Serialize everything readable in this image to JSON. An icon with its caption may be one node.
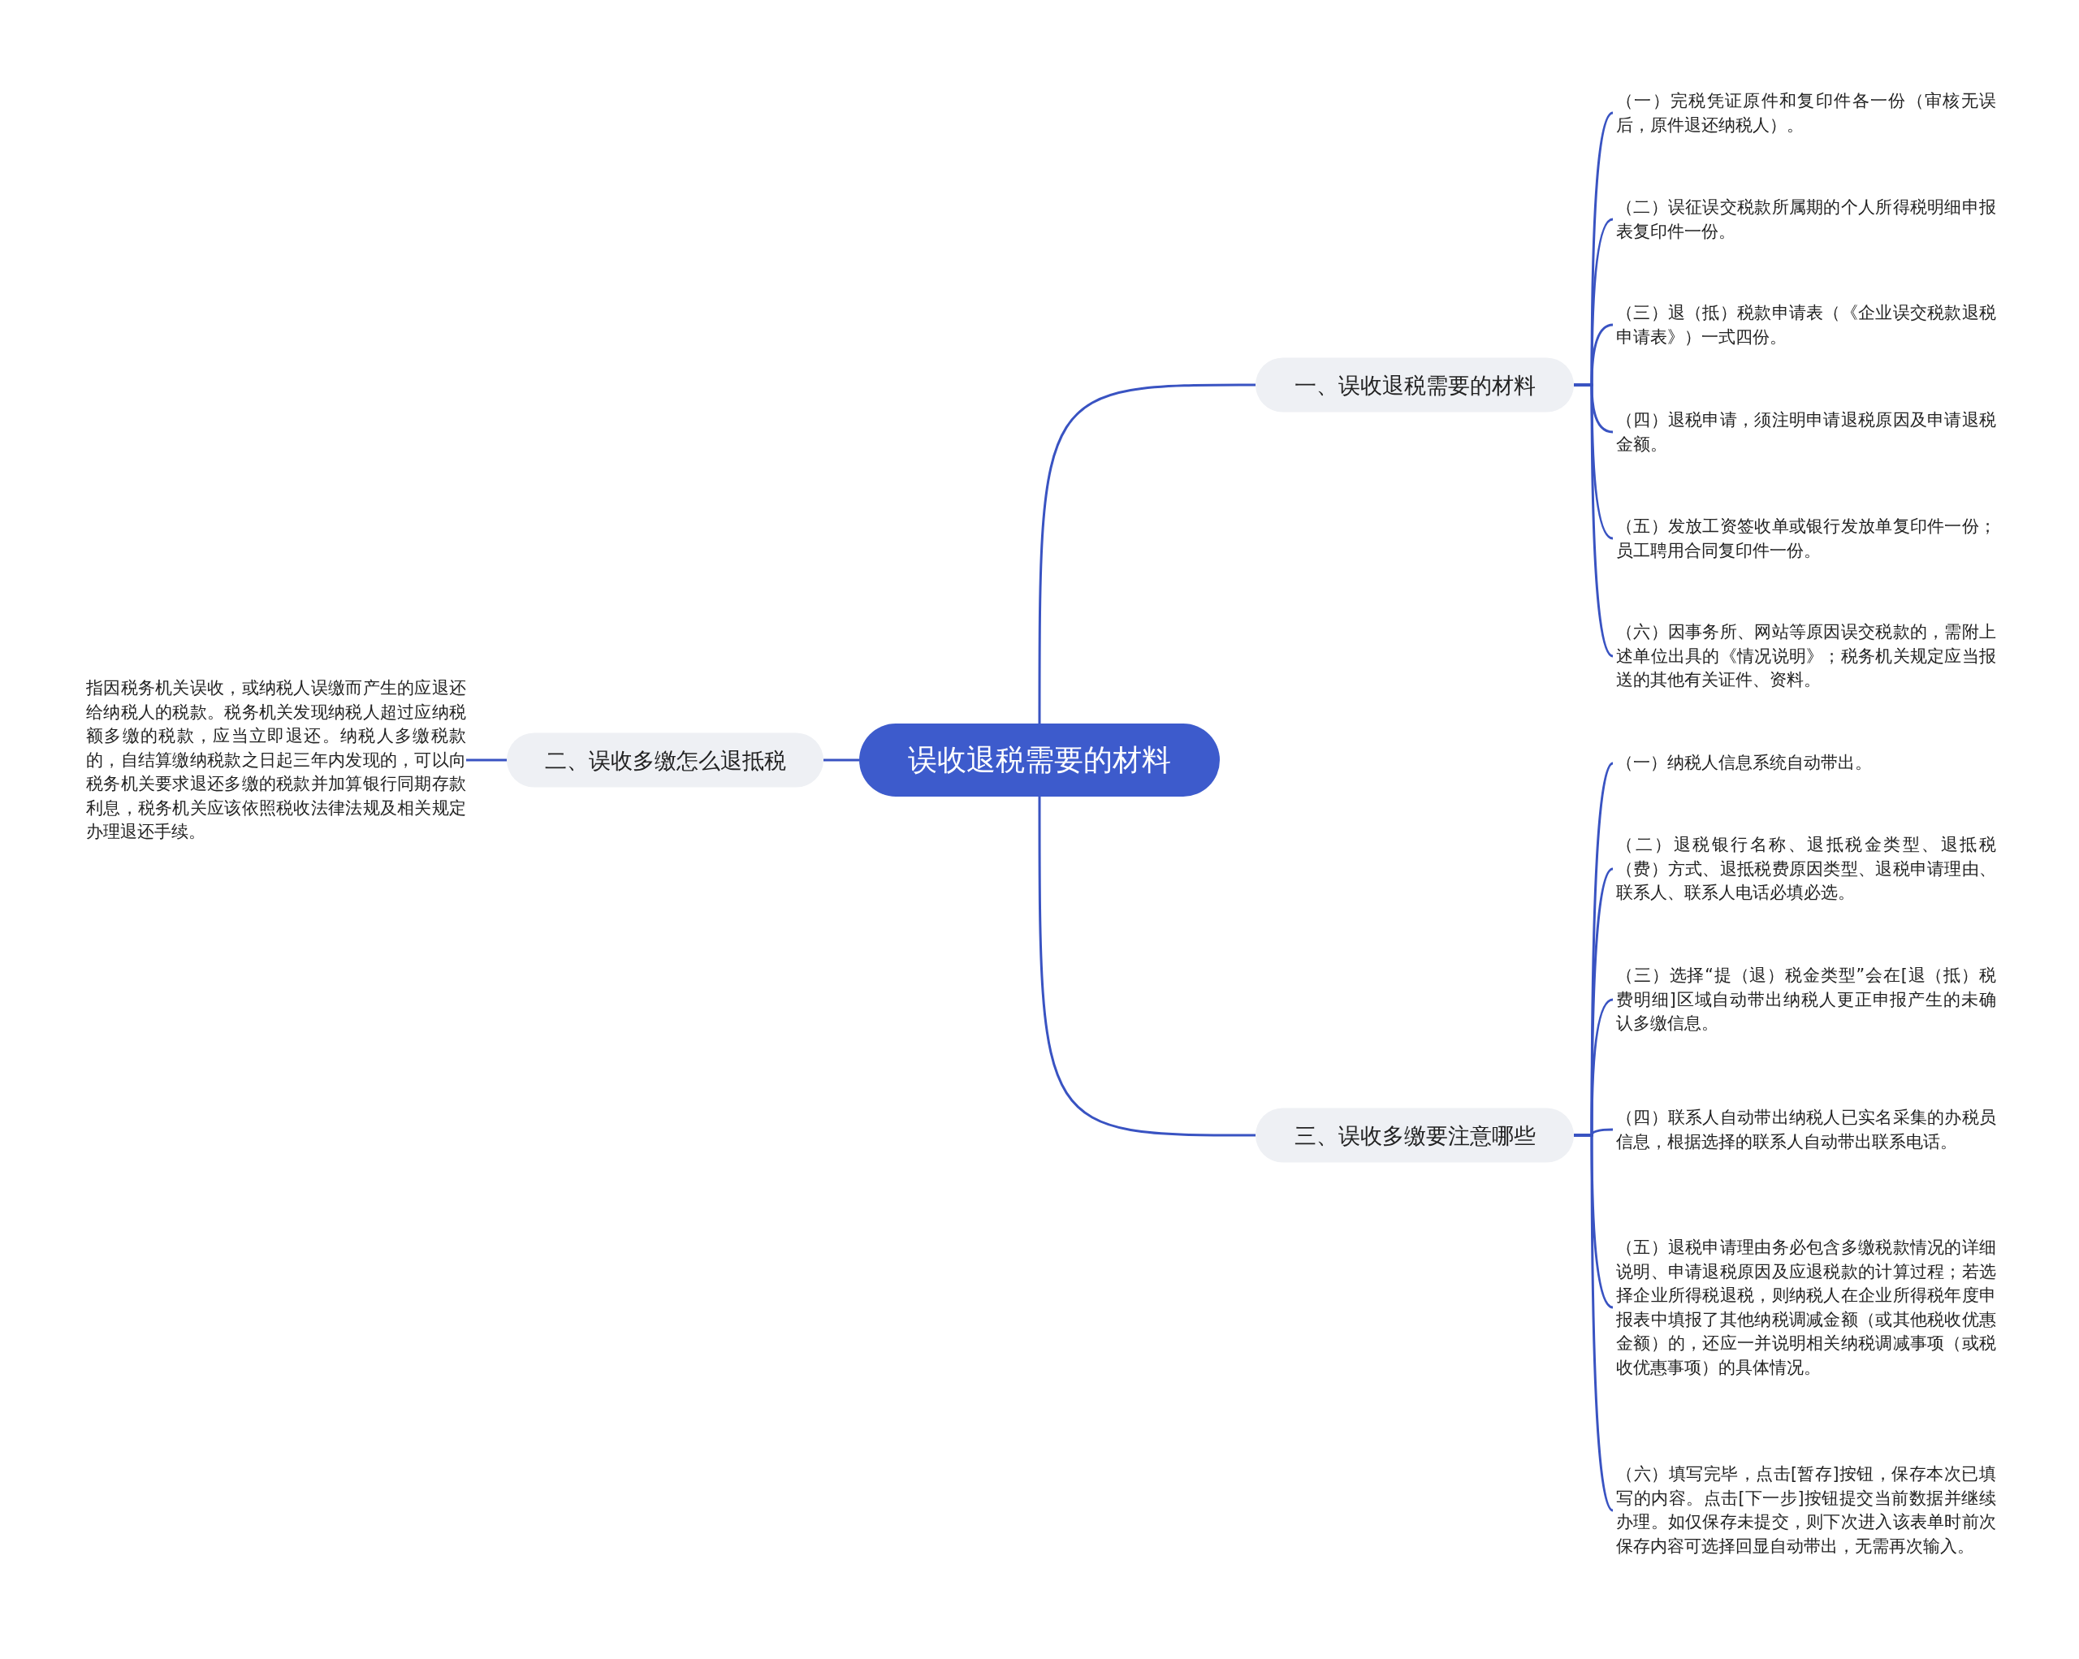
{
  "diagram": {
    "nodes": [
      {
        "text": [
          "误收退税需要的材料"
        ]
      },
      {
        "text": [
          "一、误收退税需要的材料"
        ]
      },
      {
        "text": [
          "二、误收多缴怎么退抵税"
        ]
      },
      {
        "text": [
          "三、误收多缴要注意哪些"
        ]
      },
      {
        "text": [
          "指因税务机关误收，或纳税人误缴而产生的应退还给纳税人的税款。税务机关发现纳税人超过应纳税额多缴的税款，应当立即退还。纳税人多缴税款的，自结算缴纳税款之日起三年内发现的，可以向税务机关要求退还多缴的税款并加算银行同期存款利息，税务机关应该依照税收法律法规及相关规定办理退还手续。"
        ]
      },
      {
        "text": [
          "（一）完税凭证原件和复印件各一份（审核无误后，原件退还纳税人）。"
        ]
      },
      {
        "text": [
          "（二）误征误交税款所属期的个人所得税明细申报表复印件一份。"
        ]
      },
      {
        "text": [
          "（三）退（抵）税款申请表（《企业误交税款退税申请表》）一式四份。"
        ]
      },
      {
        "text": [
          "（四）退税申请，须注明申请退税原因及申请退税金额。"
        ]
      },
      {
        "text": [
          "（五）发放工资签收单或银行发放单复印件一份；员工聘用合同复印件一份。"
        ]
      },
      {
        "text": [
          "（六）因事务所、网站等原因误交税款的，需附上述单位出具的《情况说明》；税务机关规定应当报送的其他有关证件、资料。"
        ]
      },
      {
        "text": [
          "（一）纳税人信息系统自动带出。"
        ]
      },
      {
        "text": [
          "（二）退税银行名称、退抵税金类型、退抵税（费）方式、退抵税费原因类型、退税申请理由、联系人、联系人电话必填必选。"
        ]
      },
      {
        "text": [
          "（三）选择“提（退）税金类型”会在[退（抵）税费明细]区域自动带出纳税人更正申报产生的未确认多缴信息。"
        ]
      },
      {
        "text": [
          "（四）联系人自动带出纳税人已实名采集的办税员信息，根据选择的联系人自动带出联系电话。"
        ]
      },
      {
        "text": [
          "（五）退税申请理由务必包含多缴税款情况的详细说明、申请退税原因及应退税款的计算过程；若选择企业所得税退税，则纳税人在企业所得税年度申报表中填报了其他纳税调减金额（或其他税收优惠金额）的，还应一并说明相关纳税调减事项（或税收优惠事项）的具体情况。"
        ]
      },
      {
        "text": [
          "（六）填写完毕，点击[暂存]按钮，保存本次已填写的内容。点击[下一步]按钮提交当前数据并继续办理。如仅保存未提交，则下次进入该表单时前次保存内容可选择回显自动带出，无需再次输入。"
        ]
      }
    ],
    "edges": [
      {
        "from": 0,
        "to": 1,
        "arrow": "none"
      },
      {
        "from": 0,
        "to": 2,
        "arrow": "none"
      },
      {
        "from": 0,
        "to": 3,
        "arrow": "none"
      },
      {
        "from": 2,
        "to": 4,
        "arrow": "none"
      },
      {
        "from": 1,
        "to": 5,
        "arrow": "none"
      },
      {
        "from": 1,
        "to": 6,
        "arrow": "none"
      },
      {
        "from": 1,
        "to": 7,
        "arrow": "none"
      },
      {
        "from": 1,
        "to": 8,
        "arrow": "none"
      },
      {
        "from": 1,
        "to": 9,
        "arrow": "none"
      },
      {
        "from": 1,
        "to": 10,
        "arrow": "none"
      },
      {
        "from": 3,
        "to": 11,
        "arrow": "none"
      },
      {
        "from": 3,
        "to": 12,
        "arrow": "none"
      },
      {
        "from": 3,
        "to": 13,
        "arrow": "none"
      },
      {
        "from": 3,
        "to": 14,
        "arrow": "none"
      },
      {
        "from": 3,
        "to": 15,
        "arrow": "none"
      },
      {
        "from": 3,
        "to": 16,
        "arrow": "none"
      }
    ]
  }
}
